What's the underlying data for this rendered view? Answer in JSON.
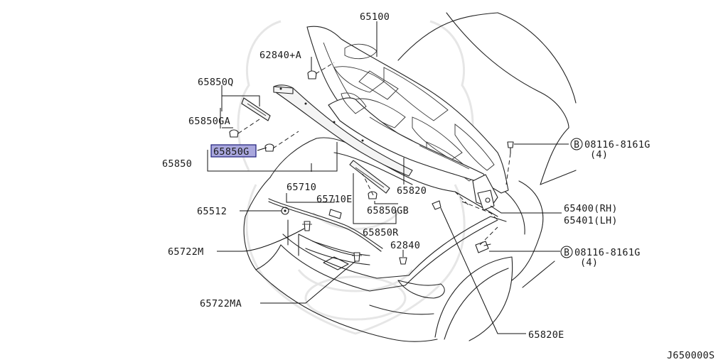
{
  "diagram_id": "J650000S",
  "highlighted_part": "65850G",
  "colors": {
    "highlight": "#a9a7dd",
    "highlight_border": "#1d1d7a",
    "line": "#222222",
    "watermark": "#e6e6e6"
  },
  "labels": {
    "p65100": "65100",
    "p62840A": "62840+A",
    "p65850Q": "65850Q",
    "p65850GA": "65850GA",
    "p65850G": "65850G",
    "p65850": "65850",
    "p65710": "65710",
    "p65710E": "65710E",
    "p65512": "65512",
    "p65722M": "65722M",
    "p65722MA": "65722MA",
    "p65820": "65820",
    "p65850GB": "65850GB",
    "p65850R": "65850R",
    "p62840": "62840",
    "p65400": "65400(RH)",
    "p65401": "65401(LH)",
    "p08116_top": "08116-8161G",
    "p08116_top_qty": "(4)",
    "p08116_bot": "08116-8161G",
    "p08116_bot_qty": "(4)",
    "p65820E": "65820E",
    "bolt_symbol": "B"
  }
}
